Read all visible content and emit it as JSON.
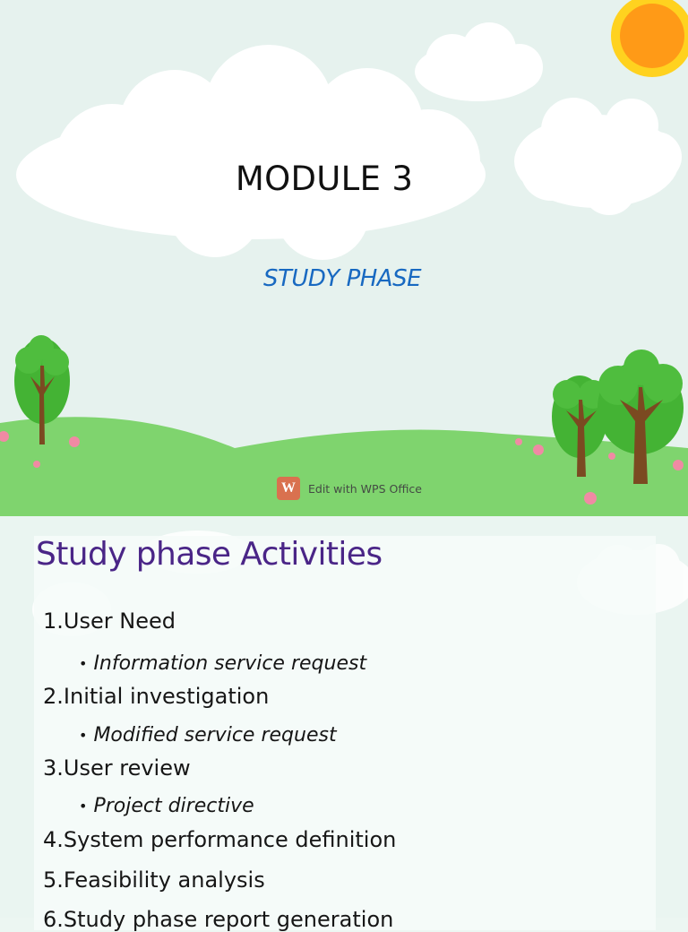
{
  "slide1": {
    "title": "MODULE 3",
    "subtitle": "STUDY PHASE",
    "watermark": {
      "logo_glyph": "W",
      "text": "Edit with WPS Office"
    },
    "colors": {
      "background": "#e6f2ee",
      "hill": "#7fd46e",
      "sun": "#ff9a17",
      "sun_ring": "#ffd21f",
      "tree_foliage": "#44b334",
      "tree_trunk": "#7b4a21",
      "flower": "#f08aa4",
      "subtitle": "#1869c1"
    }
  },
  "slide2": {
    "heading": "Study phase Activities",
    "items": [
      {
        "num": "1.",
        "text": "User Need",
        "sub": "Information service request"
      },
      {
        "num": "2.",
        "text": "Initial investigation",
        "sub": "Modified service request"
      },
      {
        "num": "3.",
        "text": "User review",
        "sub": "Project directive"
      },
      {
        "num": "4.",
        "text": "System performance definition"
      },
      {
        "num": "5.",
        "text": "Feasibility analysis"
      },
      {
        "num": "6.",
        "text": "Study phase report generation"
      }
    ],
    "bullet_glyph": "•",
    "colors": {
      "heading": "#4a2587",
      "text": "#161616"
    }
  }
}
